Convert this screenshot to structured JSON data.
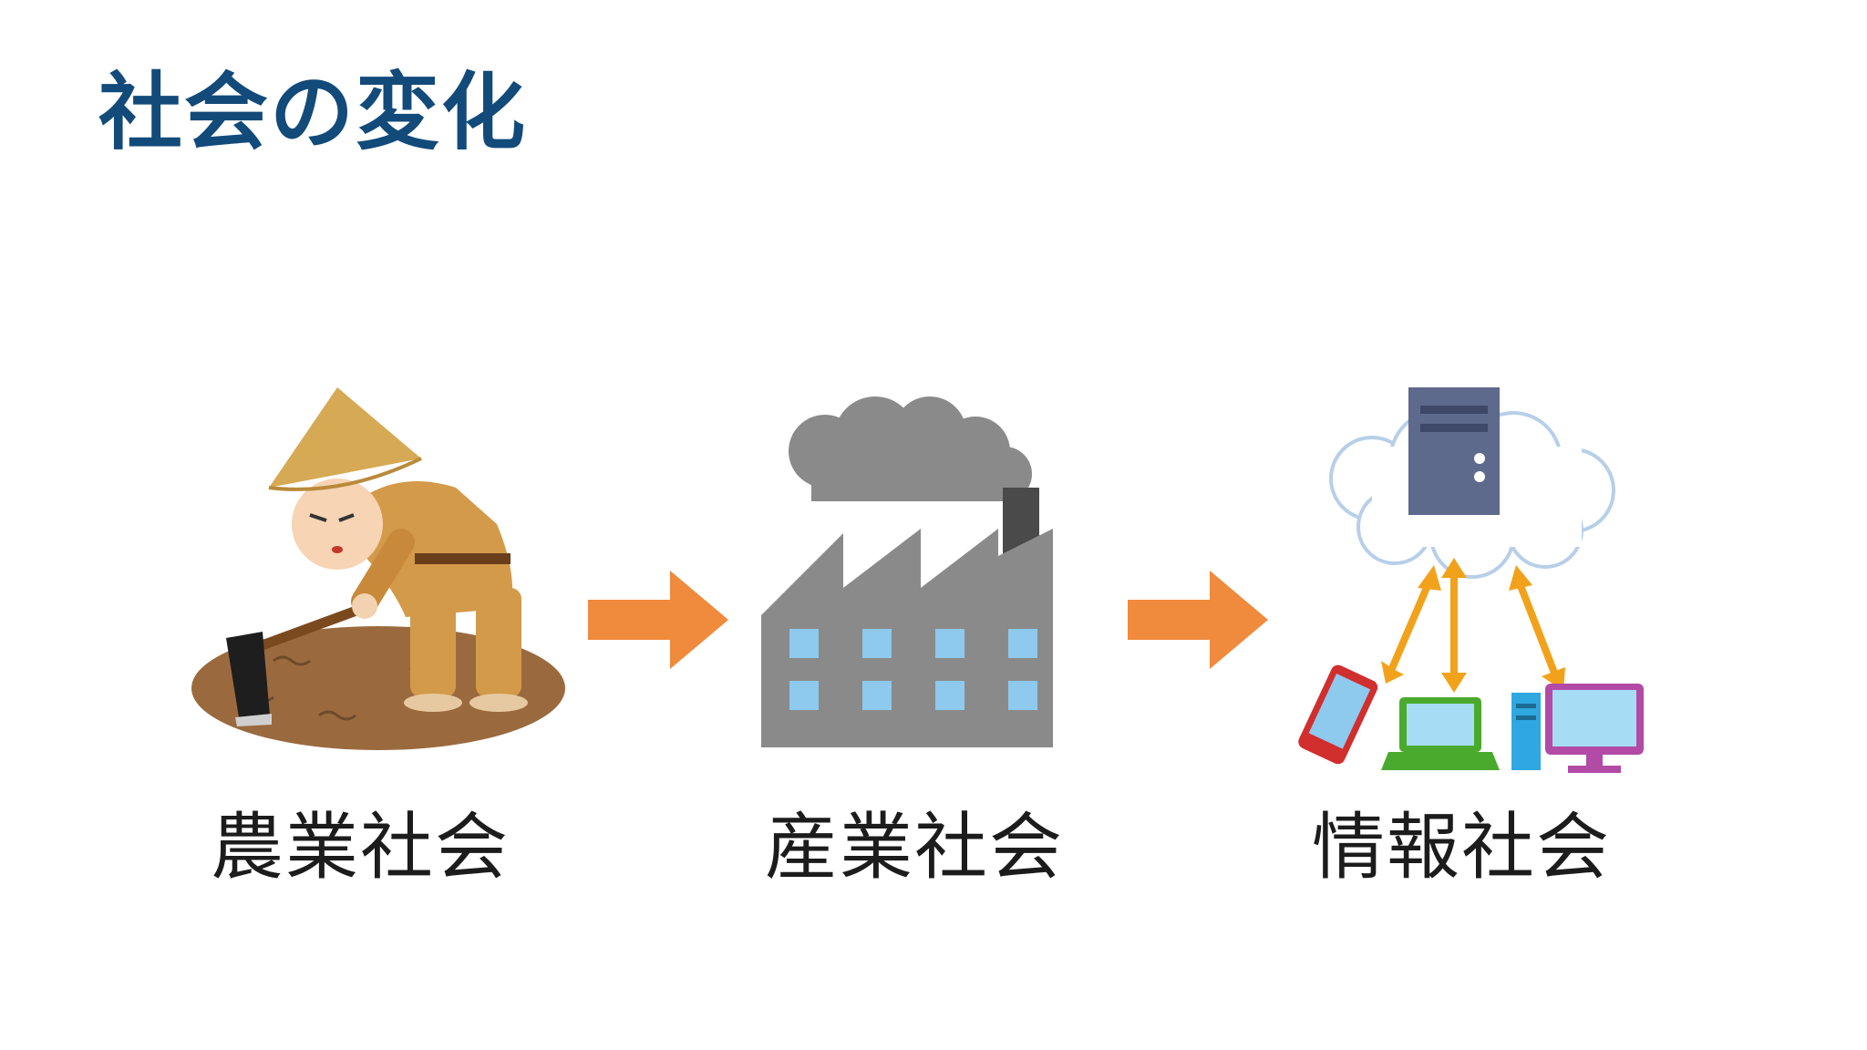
{
  "title": "社会の変化",
  "stages": [
    {
      "label": "農業社会",
      "icon": "farmer-icon"
    },
    {
      "label": "産業社会",
      "icon": "factory-icon"
    },
    {
      "label": "情報社会",
      "icon": "cloud-network-icon"
    }
  ],
  "connectors": [
    "arrow-right-icon",
    "arrow-right-icon"
  ],
  "colors": {
    "title": "#124a7a",
    "arrow": "#f08a3c",
    "soil": "#9a6a3e",
    "factory": "#8a8a8a",
    "window": "#8ec9ee",
    "cloud_outline": "#b7cfe8",
    "server": "#5e6a8c",
    "sync_arrow": "#f2a21a"
  }
}
